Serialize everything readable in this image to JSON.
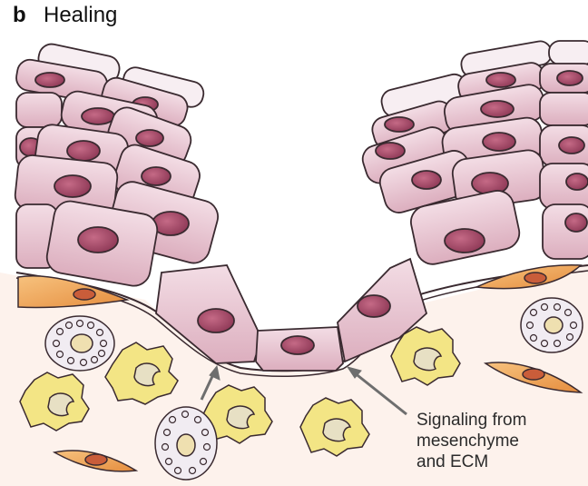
{
  "figure": {
    "panel_letter": "b",
    "panel_title": "Healing",
    "callout_lines": [
      "Signaling from",
      "mesenchyme",
      "and ECM"
    ]
  },
  "colors": {
    "cell_fill": "#e9c8d3",
    "cell_fill_light": "#f6e9ee",
    "nucleus": "#a94c68",
    "nucleus_dark": "#7d2f48",
    "outline": "#3a2a30",
    "fibroblast": "#f0a55a",
    "macrophage": "#f2e27a",
    "macrophage_core": "#e8e1c8",
    "granulocyte": "#ece6ef",
    "ecm": "#fbeee6",
    "arrow": "#6e6e6e"
  },
  "icons": {
    "epithelial_cell": "epithelial-cell-icon",
    "fibroblast": "fibroblast-icon",
    "macrophage": "macrophage-icon",
    "granulocyte": "granulocyte-icon",
    "arrow": "signal-arrow-icon"
  }
}
